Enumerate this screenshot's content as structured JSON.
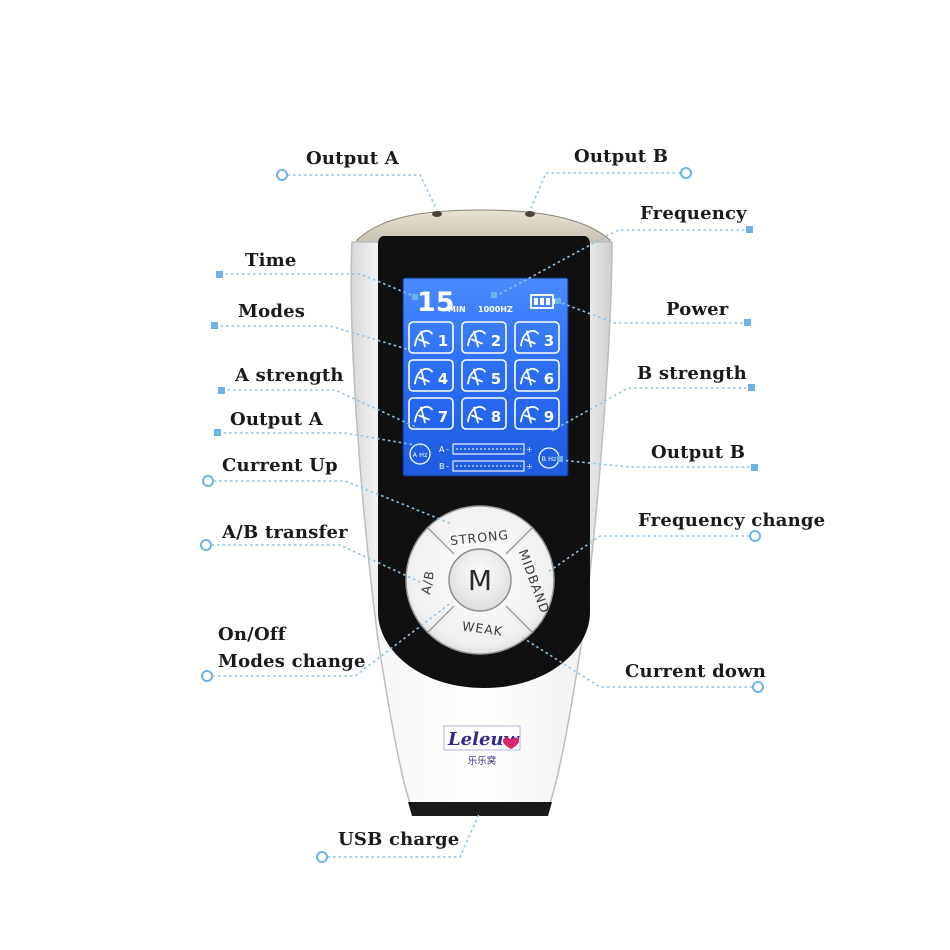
{
  "labels": {
    "output_a_top": "Output A",
    "output_b_top": "Output B",
    "frequency": "Frequency",
    "time": "Time",
    "power": "Power",
    "modes": "Modes",
    "a_strength": "A strength",
    "b_strength": "B strength",
    "output_a_mid": "Output A",
    "output_b_mid": "Output B",
    "current_up": "Current Up",
    "frequency_change": "Frequency change",
    "ab_transfer": "A/B transfer",
    "onoff_line1": "On/Off",
    "onoff_line2": "Modes change",
    "current_down": "Current down",
    "usb_charge": "USB charge"
  },
  "lcd": {
    "time_value": "15",
    "time_unit": "MIN",
    "frequency_value": "1000HZ",
    "mode_numbers": [
      "1",
      "2",
      "3",
      "4",
      "5",
      "6",
      "7",
      "8",
      "9"
    ],
    "a_channel": "A",
    "b_channel": "B",
    "a_hz_badge": "A Hz",
    "b_hz_badge": "B Hz",
    "minus": "-",
    "plus": "+"
  },
  "buttons": {
    "strong": "STRONG",
    "midband": "MIDBAND",
    "weak": "WEAK",
    "ab": "A/B",
    "m": "M"
  },
  "brand": {
    "logo": "Leleuw",
    "chinese": "乐乐窝"
  },
  "colors": {
    "lcd": "#2a6cf2",
    "leader": "#8cc4ea",
    "body": "#ffffff",
    "bezel": "#101010"
  }
}
